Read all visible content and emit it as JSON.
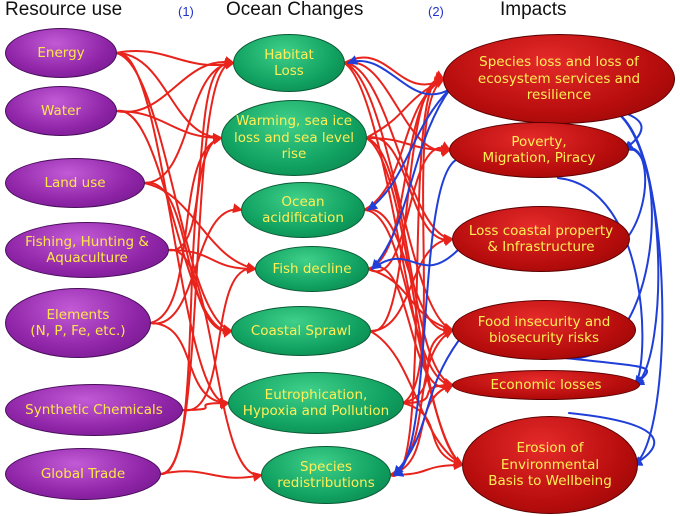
{
  "headers": {
    "resource_use": "Resource use",
    "ocean_changes": "Ocean Changes",
    "impacts": "Impacts",
    "marker_1": "(1)",
    "marker_2": "(2)"
  },
  "resource_use": [
    "Energy",
    "Water",
    "Land use",
    "Fishing, Hunting &\nAquaculture",
    "Elements\n(N, P, Fe, etc.)",
    "Synthetic Chemicals",
    "Global Trade"
  ],
  "ocean_changes": [
    "Habitat\nLoss",
    "Warming, sea ice\nloss and sea level\nrise",
    "Ocean\nacidification",
    "Fish decline",
    "Coastal Sprawl",
    "Eutrophication,\nHypoxia and Pollution",
    "Species\nredistributions"
  ],
  "impacts": [
    "Species loss and loss of\necosystem services and\nresilience",
    "Poverty,\nMigration, Piracy",
    "Loss coastal property\n& Infrastructure",
    "Food insecurity and\nbiosecurity risks",
    "Economic losses",
    "Erosion of\nEnvironmental\nBasis to Wellbeing"
  ],
  "colors": {
    "resource_fill": "#8e24a6",
    "ocean_fill": "#10a060",
    "impact_fill": "#b80d0d",
    "label_text": "#ffee55",
    "link_red": "#e8231c",
    "link_blue": "#1f3fd8",
    "marker_text": "#2233cc"
  },
  "links": {
    "resource_to_ocean": [
      [
        0,
        0
      ],
      [
        0,
        1
      ],
      [
        0,
        4
      ],
      [
        0,
        5
      ],
      [
        1,
        1
      ],
      [
        1,
        0
      ],
      [
        1,
        4
      ],
      [
        2,
        0
      ],
      [
        2,
        3
      ],
      [
        2,
        4
      ],
      [
        3,
        3
      ],
      [
        3,
        0
      ],
      [
        3,
        6
      ],
      [
        4,
        5
      ],
      [
        4,
        2
      ],
      [
        4,
        1
      ],
      [
        5,
        5
      ],
      [
        5,
        3
      ],
      [
        6,
        6
      ],
      [
        6,
        1
      ],
      [
        6,
        0
      ]
    ],
    "ocean_to_impact": [
      [
        0,
        0
      ],
      [
        0,
        1
      ],
      [
        0,
        2
      ],
      [
        0,
        3
      ],
      [
        0,
        5
      ],
      [
        1,
        0
      ],
      [
        1,
        2
      ],
      [
        1,
        1
      ],
      [
        1,
        4
      ],
      [
        1,
        5
      ],
      [
        2,
        0
      ],
      [
        2,
        3
      ],
      [
        2,
        4
      ],
      [
        3,
        3
      ],
      [
        3,
        1
      ],
      [
        3,
        4
      ],
      [
        3,
        0
      ],
      [
        4,
        2
      ],
      [
        4,
        0
      ],
      [
        4,
        5
      ],
      [
        5,
        0
      ],
      [
        5,
        3
      ],
      [
        5,
        4
      ],
      [
        5,
        5
      ],
      [
        6,
        0
      ],
      [
        6,
        3
      ],
      [
        6,
        4
      ],
      [
        6,
        5
      ]
    ],
    "impact_to_impact": [
      [
        0,
        1
      ],
      [
        0,
        4
      ],
      [
        0,
        5
      ],
      [
        1,
        4
      ],
      [
        2,
        1
      ],
      [
        3,
        1
      ],
      [
        3,
        4
      ],
      [
        4,
        5
      ]
    ],
    "impact_to_ocean": [
      [
        0,
        0
      ],
      [
        0,
        2
      ],
      [
        0,
        3
      ],
      [
        1,
        6
      ],
      [
        2,
        3
      ],
      [
        3,
        6
      ]
    ]
  }
}
